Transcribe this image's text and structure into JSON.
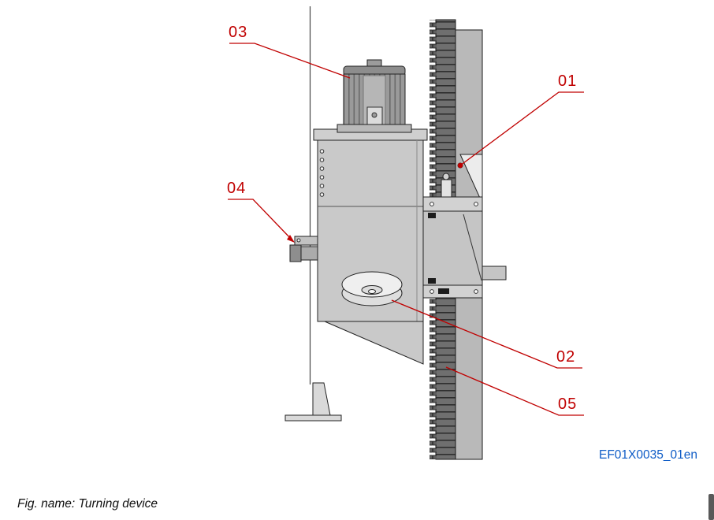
{
  "figure": {
    "caption": "Fig. name: Turning device",
    "code": "EF01X0035_01en"
  },
  "callouts": [
    {
      "id": "01"
    },
    {
      "id": "02"
    },
    {
      "id": "03"
    },
    {
      "id": "04"
    },
    {
      "id": "05"
    }
  ],
  "colors": {
    "callout_red": "#c00000",
    "figure_code_blue": "#0d5bc6"
  }
}
